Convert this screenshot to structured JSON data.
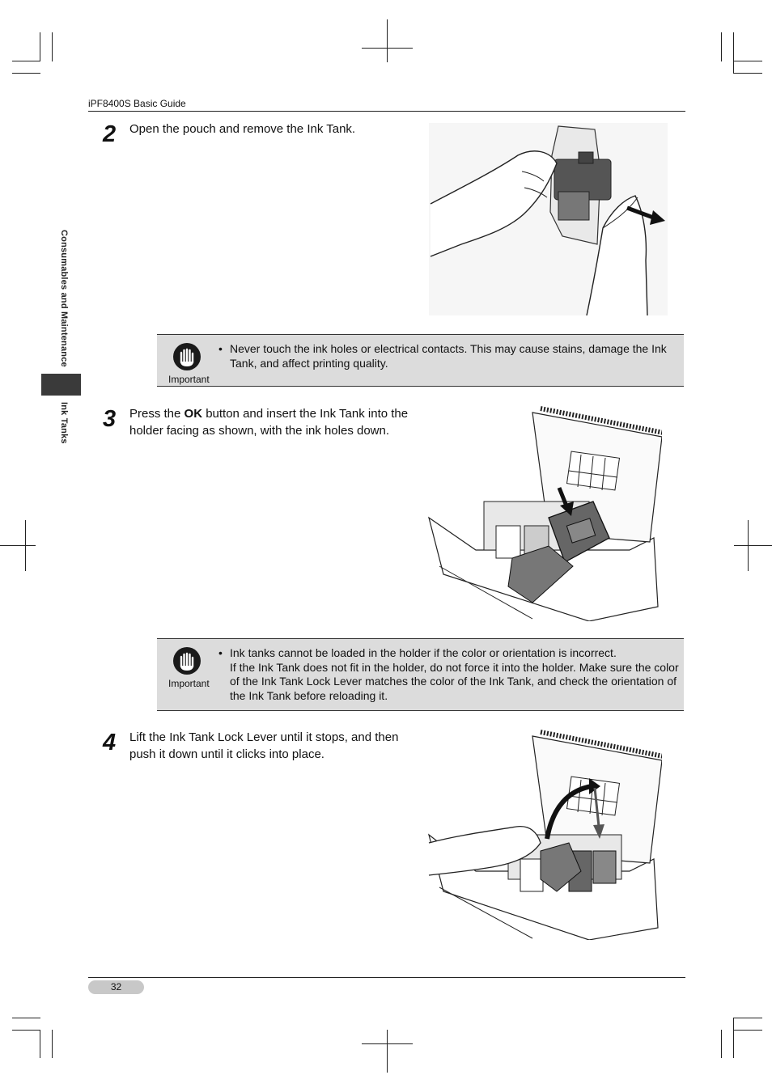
{
  "header": {
    "title": "iPF8400S Basic Guide"
  },
  "sidebar": {
    "section_label": "Consumables and Maintenance",
    "subsection_label": "Ink Tanks"
  },
  "steps": [
    {
      "number": "2",
      "text": "Open the pouch and remove the Ink Tank."
    },
    {
      "number": "3",
      "text_before": "Press the ",
      "text_bold": "OK",
      "text_after": " button and insert the Ink Tank into the holder facing as shown, with the ink holes down."
    },
    {
      "number": "4",
      "text": "Lift the Ink Tank Lock Lever until it stops, and then push it down until it clicks into place."
    }
  ],
  "notes": [
    {
      "icon_label": "Important",
      "icon": "important-hand-icon",
      "bullet": "•",
      "lines": [
        "Never touch the ink holes or electrical contacts. This may cause stains, damage the Ink Tank, and affect printing quality."
      ]
    },
    {
      "icon_label": "Important",
      "icon": "important-hand-icon",
      "bullet": "•",
      "lines": [
        "Ink tanks cannot be loaded in the holder if the color or orientation is incorrect.",
        "If the Ink Tank does not fit in the holder, do not force it into the holder. Make sure the color of the Ink Tank Lock Lever matches the color of the Ink Tank, and check the orientation of the Ink Tank before reloading it."
      ]
    }
  ],
  "footer": {
    "page_number": "32"
  },
  "colors": {
    "note_background": "#dcdcdc",
    "tab_dark": "#3a3a3a",
    "page_pill": "#c8c8c8"
  }
}
